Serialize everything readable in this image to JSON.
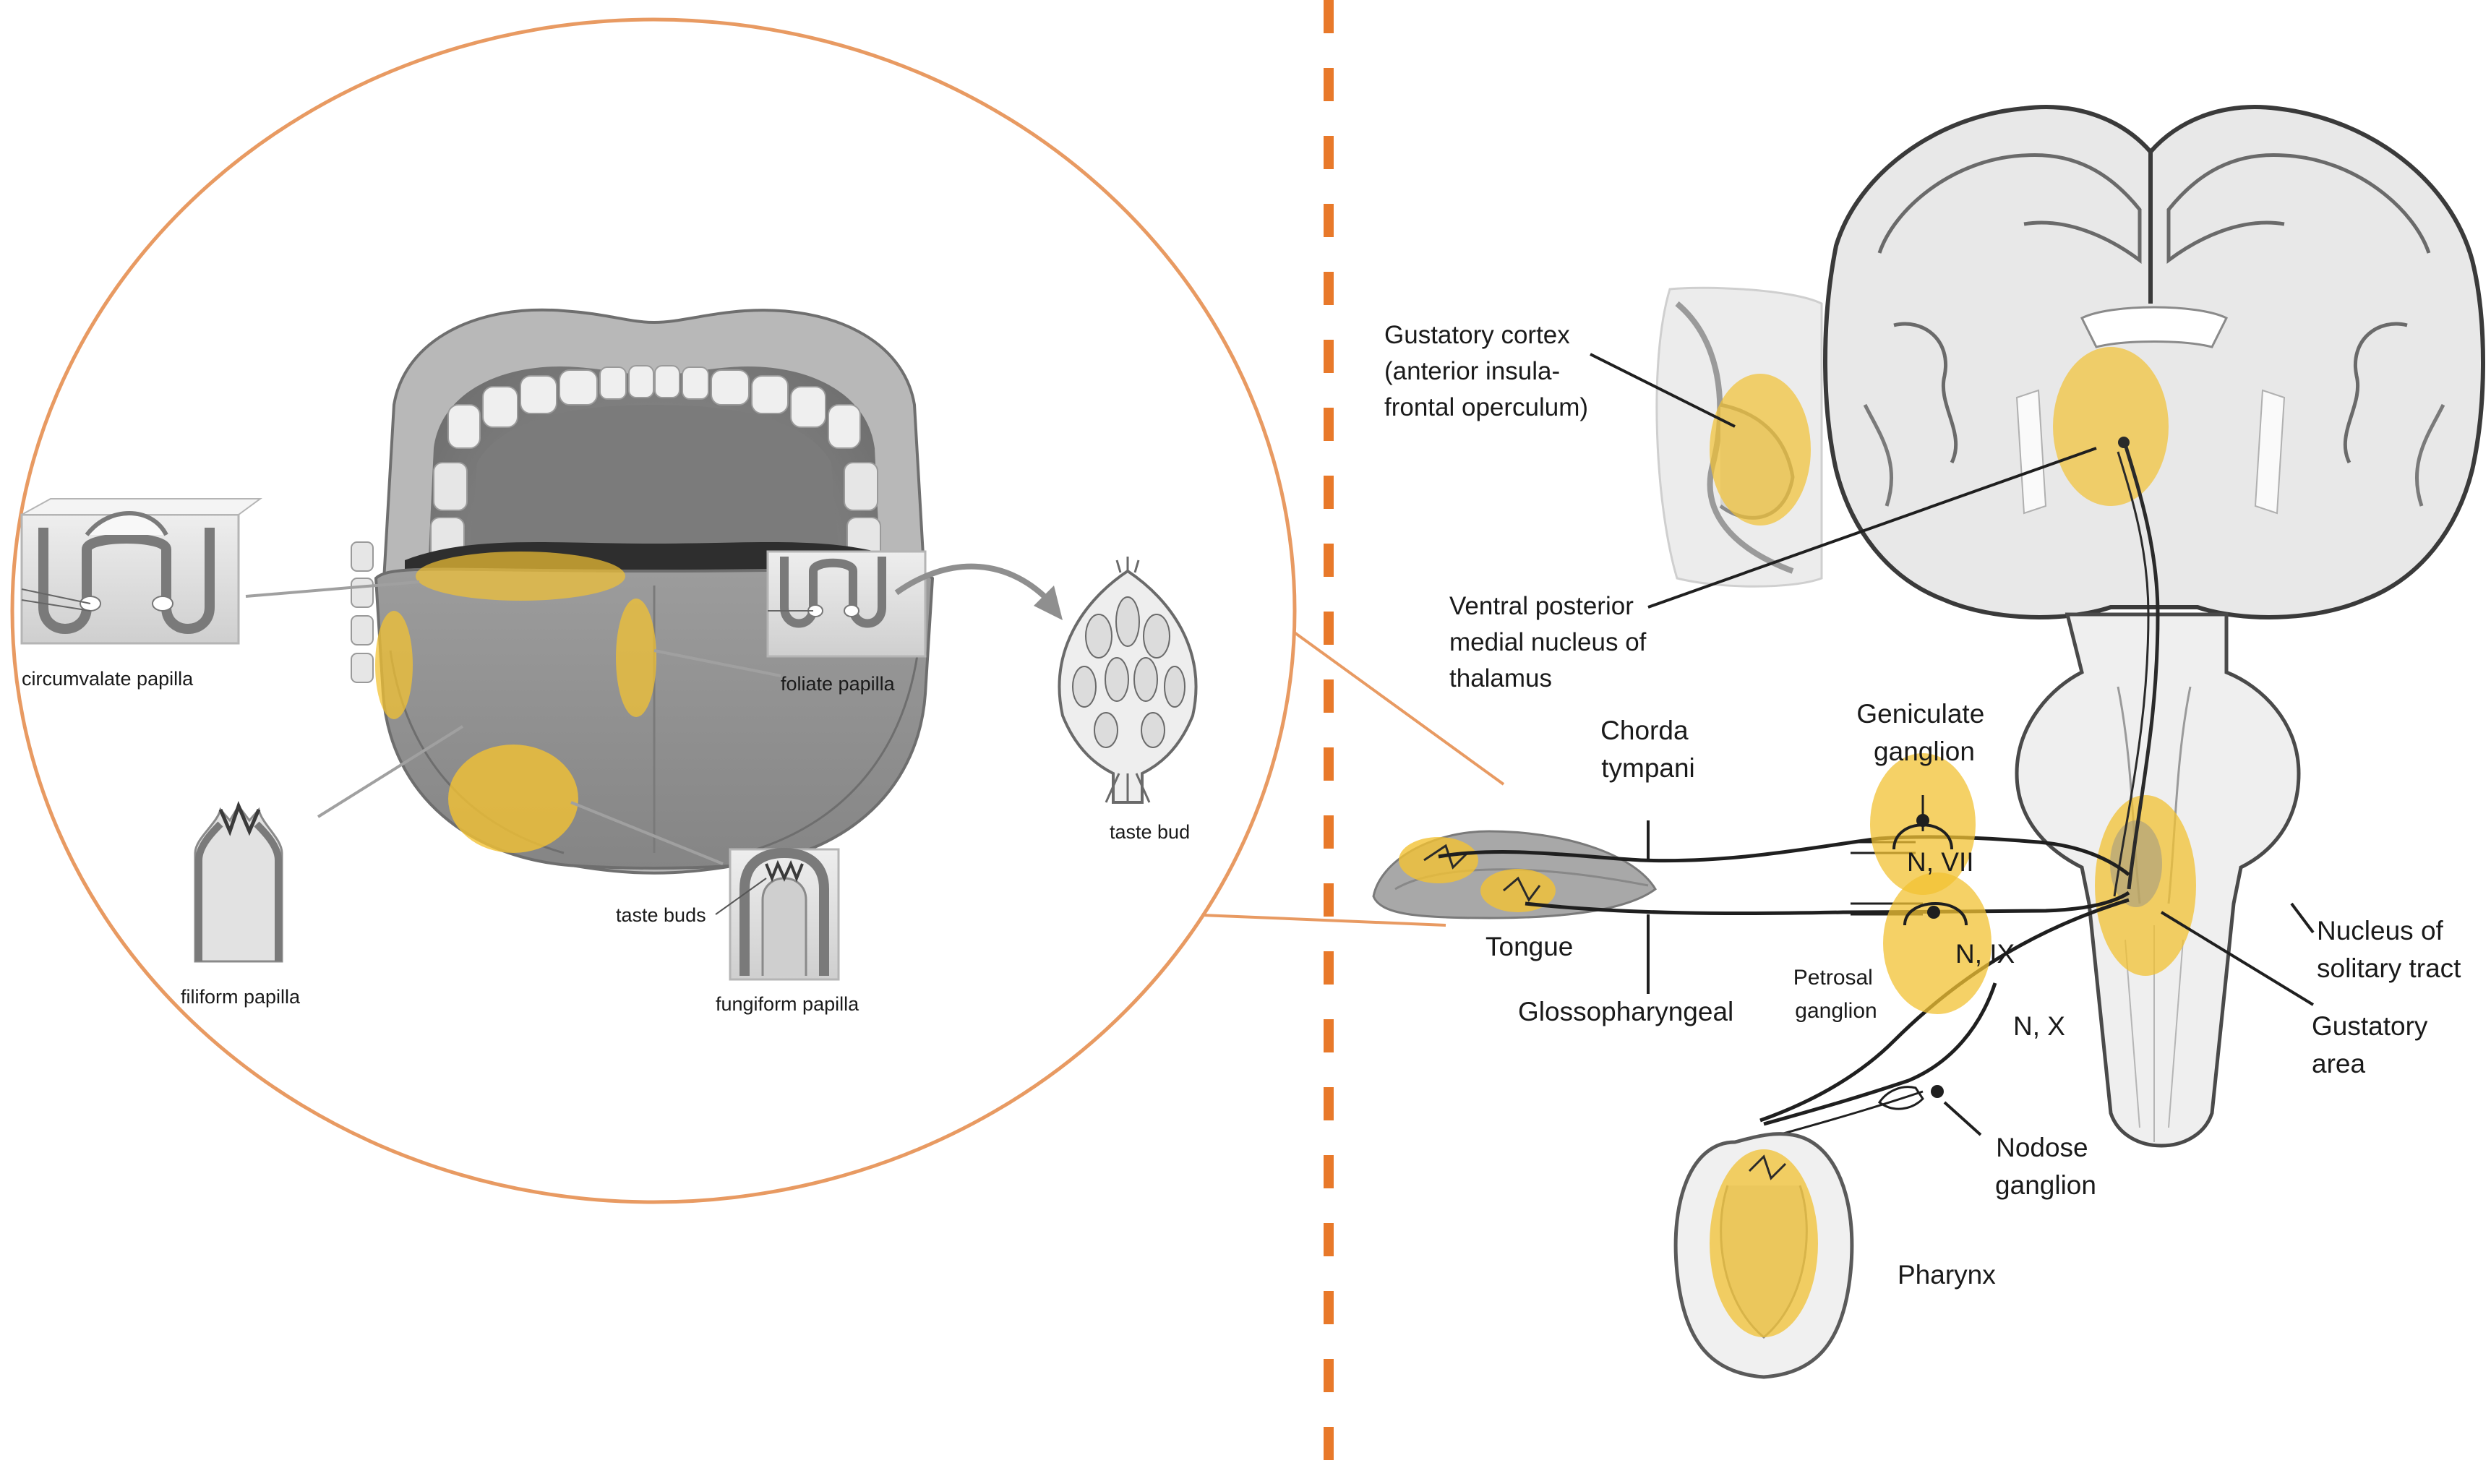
{
  "colors": {
    "accent_orange": "#E8792A",
    "circle_stroke": "#E89A62",
    "highlight_yellow": "#F2C233",
    "tissue_gray": "#8C8C8C",
    "dark_gray": "#555555",
    "light_gray": "#D6D6D6"
  },
  "tongue_panel": {
    "labels": {
      "circumvalate": "circumvalate papilla",
      "foliate": "foliate papilla",
      "filiform": "filiform papilla",
      "fungiform": "fungiform papilla",
      "taste_buds": "taste buds",
      "taste_bud": "taste bud"
    }
  },
  "pathway_panel": {
    "labels": {
      "gustatory_cortex": [
        "Gustatory cortex",
        "(anterior insula-",
        "frontal operculum)"
      ],
      "vpm": [
        "Ventral posterior",
        "medial nucleus of",
        "thalamus"
      ],
      "chorda": [
        "Chorda",
        "tympani"
      ],
      "geniculate": [
        "Geniculate",
        "ganglion"
      ],
      "n_vii": "N, VII",
      "n_ix": "N, IX",
      "n_x": "N, X",
      "petrosal": [
        "Petrosal",
        "ganglion"
      ],
      "tongue": "Tongue",
      "glossopharyngeal": "Glossopharyngeal",
      "nucleus_solitary": [
        "Nucleus of",
        "solitary tract"
      ],
      "gustatory_area": [
        "Gustatory",
        "area"
      ],
      "nodose": [
        "Nodose",
        "ganglion"
      ],
      "pharynx": "Pharynx"
    }
  }
}
